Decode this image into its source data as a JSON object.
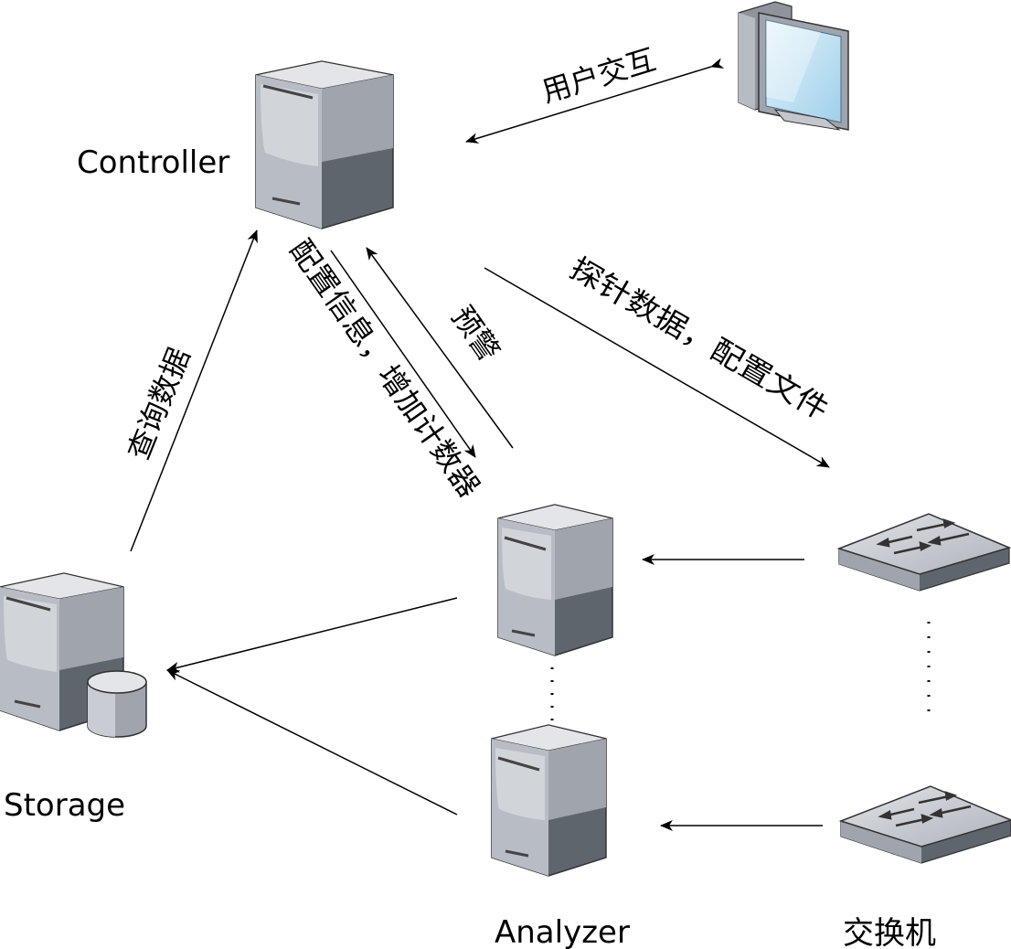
{
  "nodes": {
    "controller": "Controller",
    "storage": "Storage",
    "analyzer": "Analyzer",
    "switch": "交换机",
    "user_pc": ""
  },
  "edges": {
    "user_interaction": "用户交互",
    "query_data": "查询数据",
    "config_info": "配置信息，增加计数器",
    "alert": "预警",
    "probe_data": "探针数据，配置文件"
  },
  "colors": {
    "server_light": "#c9ccd3",
    "server_mid": "#9fa4ad",
    "server_dark": "#5f656d",
    "screen": "#b9dcef",
    "line": "#000000"
  }
}
